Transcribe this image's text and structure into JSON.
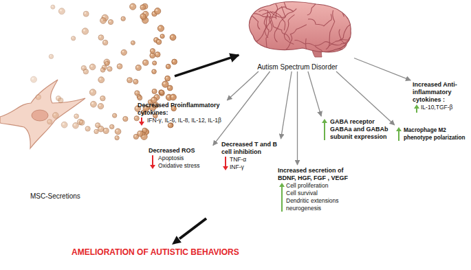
{
  "diagram": {
    "nodes": [
      {
        "text": [
          "MSC-Secretions"
        ]
      },
      {
        "text": [
          "Autism Spectrum Disorder"
        ]
      },
      {
        "text": [
          "Decreased Proinflammatory cytokines:",
          "IFN-γ, IL-6, IL-8, IL-12, IL-1β"
        ]
      },
      {
        "text": [
          "Decreased ROS",
          "Apoptosis",
          "Oxidative stress"
        ]
      },
      {
        "text": [
          "Decreased T and B cell inhibition",
          "TNF-α",
          "INF-γ"
        ]
      },
      {
        "text": [
          "Increased secretion of BDNF, HGF, FGF , VEGF",
          "Cell proliferation",
          "Cell survival",
          "Dendritic extensions",
          "neurogenesis"
        ]
      },
      {
        "text": [
          "GABA receptor GABAa and GABAb subunit expression"
        ]
      },
      {
        "text": [
          "Macrophage M2 phenotype polarization"
        ]
      },
      {
        "text": [
          "Increased Anti-inflammatory cytokines :",
          "IL-10,TGF-β"
        ]
      },
      {
        "text": [
          "AMELIORATION OF AUTISTIC BEHAVIORS"
        ]
      }
    ],
    "edges": [
      {
        "from": 0,
        "to": 1,
        "arrow": "to"
      },
      {
        "from": 1,
        "to": 2,
        "arrow": "to"
      },
      {
        "from": 1,
        "to": 3,
        "arrow": "to"
      },
      {
        "from": 1,
        "to": 4,
        "arrow": "to"
      },
      {
        "from": 1,
        "to": 5,
        "arrow": "to"
      },
      {
        "from": 1,
        "to": 6,
        "arrow": "to"
      },
      {
        "from": 1,
        "to": 7,
        "arrow": "to"
      },
      {
        "from": 1,
        "to": 8,
        "arrow": "to"
      }
    ]
  }
}
